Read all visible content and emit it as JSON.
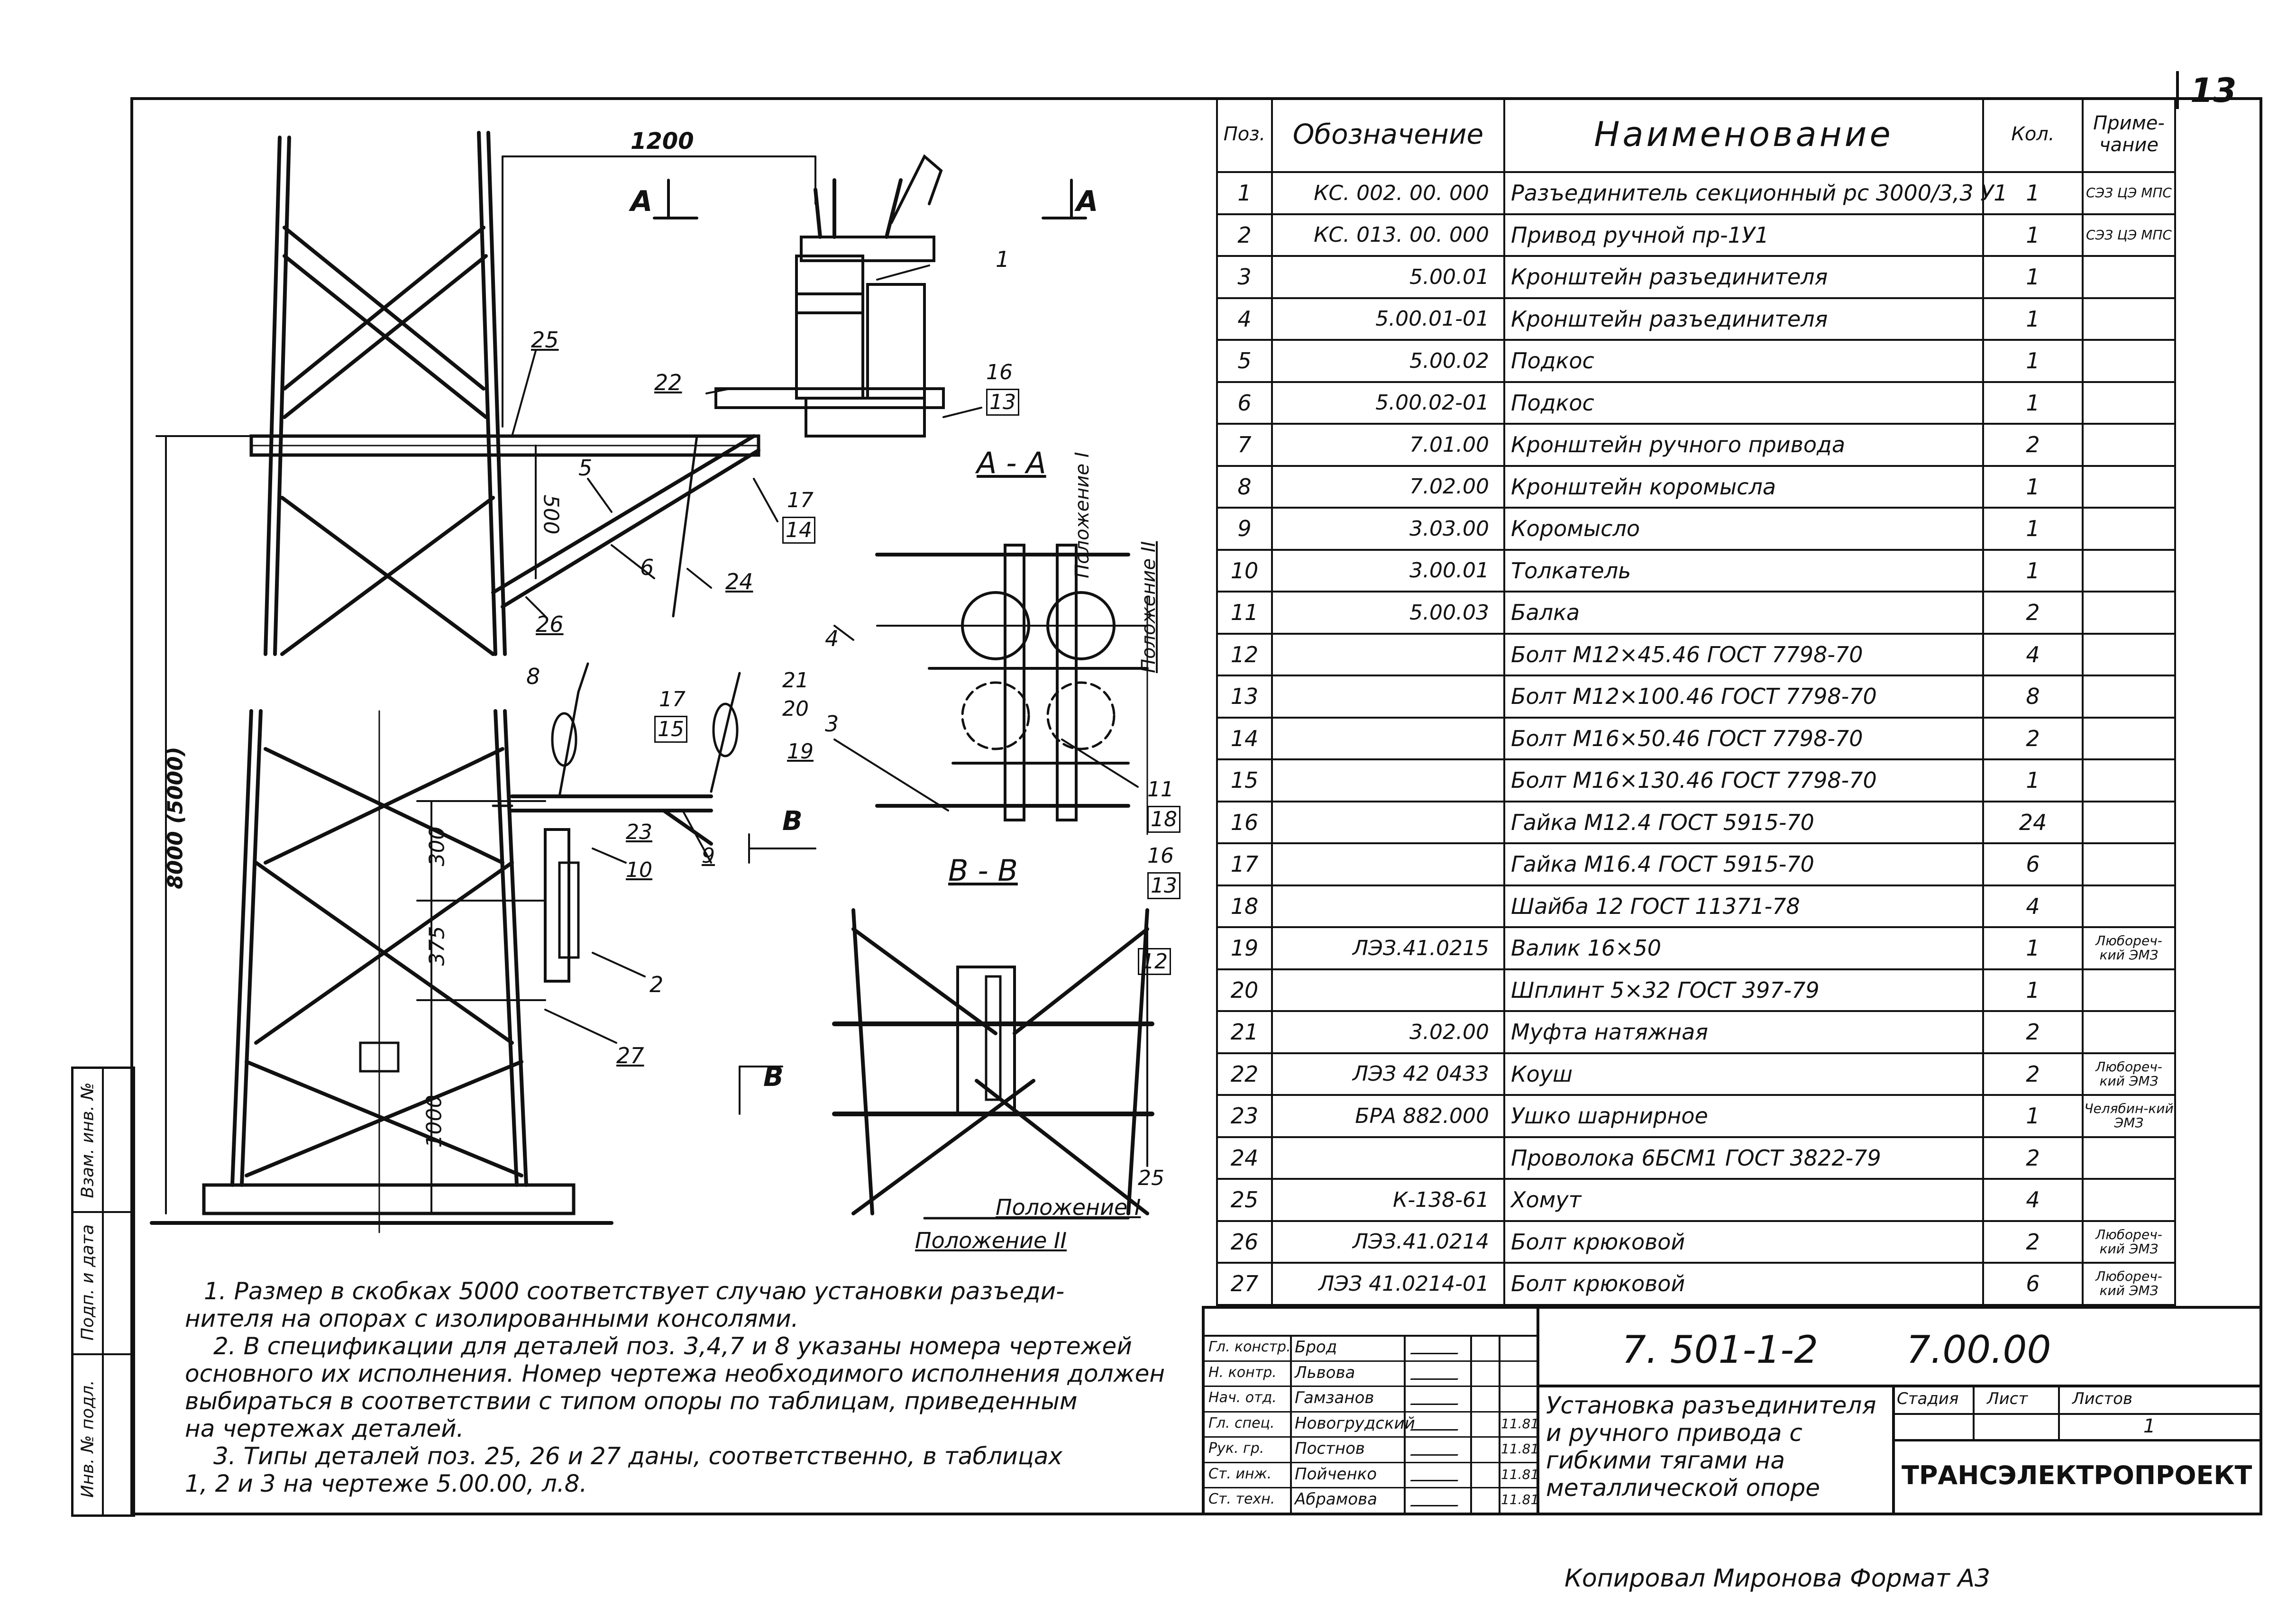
{
  "sheet_number": "13",
  "spec_table": {
    "headers": {
      "pos": "Поз.",
      "designation": "Обозначение",
      "name": "Наименование",
      "qty": "Кол.",
      "note": "Приме-\nчание"
    },
    "rows": [
      {
        "pos": "1",
        "designation": "КС. 002. 00. 000",
        "name": "Разъединитель секционный рс 3000/3,3 У1",
        "qty": "1",
        "note": "СЭЗ ЦЭ МПС"
      },
      {
        "pos": "2",
        "designation": "КС. 013. 00. 000",
        "name": "Привод ручной пр-1У1",
        "qty": "1",
        "note": "СЭЗ ЦЭ МПС"
      },
      {
        "pos": "3",
        "designation": "5.00.01",
        "name": "Кронштейн разъединителя",
        "qty": "1",
        "note": ""
      },
      {
        "pos": "4",
        "designation": "5.00.01-01",
        "name": "Кронштейн разъединителя",
        "qty": "1",
        "note": ""
      },
      {
        "pos": "5",
        "designation": "5.00.02",
        "name": "Подкос",
        "qty": "1",
        "note": ""
      },
      {
        "pos": "6",
        "designation": "5.00.02-01",
        "name": "Подкос",
        "qty": "1",
        "note": ""
      },
      {
        "pos": "7",
        "designation": "7.01.00",
        "name": "Кронштейн ручного привода",
        "qty": "2",
        "note": ""
      },
      {
        "pos": "8",
        "designation": "7.02.00",
        "name": "Кронштейн коромысла",
        "qty": "1",
        "note": ""
      },
      {
        "pos": "9",
        "designation": "3.03.00",
        "name": "Коромысло",
        "qty": "1",
        "note": ""
      },
      {
        "pos": "10",
        "designation": "3.00.01",
        "name": "Толкатель",
        "qty": "1",
        "note": ""
      },
      {
        "pos": "11",
        "designation": "5.00.03",
        "name": "Балка",
        "qty": "2",
        "note": ""
      },
      {
        "pos": "12",
        "designation": "",
        "name": "Болт М12×45.46 ГОСТ 7798-70",
        "qty": "4",
        "note": ""
      },
      {
        "pos": "13",
        "designation": "",
        "name": "Болт М12×100.46 ГОСТ 7798-70",
        "qty": "8",
        "note": ""
      },
      {
        "pos": "14",
        "designation": "",
        "name": "Болт М16×50.46 ГОСТ 7798-70",
        "qty": "2",
        "note": ""
      },
      {
        "pos": "15",
        "designation": "",
        "name": "Болт М16×130.46 ГОСТ 7798-70",
        "qty": "1",
        "note": ""
      },
      {
        "pos": "16",
        "designation": "",
        "name": "Гайка М12.4 ГОСТ 5915-70",
        "qty": "24",
        "note": ""
      },
      {
        "pos": "17",
        "designation": "",
        "name": "Гайка М16.4 ГОСТ 5915-70",
        "qty": "6",
        "note": ""
      },
      {
        "pos": "18",
        "designation": "",
        "name": "Шайба 12 ГОСТ 11371-78",
        "qty": "4",
        "note": ""
      },
      {
        "pos": "19",
        "designation": "ЛЭЗ.41.0215",
        "name": "Валик 16×50",
        "qty": "1",
        "note": "Любореч-кий ЭМЗ"
      },
      {
        "pos": "20",
        "designation": "",
        "name": "Шплинт 5×32 ГОСТ 397-79",
        "qty": "1",
        "note": ""
      },
      {
        "pos": "21",
        "designation": "3.02.00",
        "name": "Муфта натяжная",
        "qty": "2",
        "note": ""
      },
      {
        "pos": "22",
        "designation": "ЛЭЗ 42 0433",
        "name": "Коуш",
        "qty": "2",
        "note": "Любореч-кий ЭМЗ"
      },
      {
        "pos": "23",
        "designation": "БРА 882.000",
        "name": "Ушко шарнирное",
        "qty": "1",
        "note": "Челябин-кий ЭМЗ"
      },
      {
        "pos": "24",
        "designation": "",
        "name": "Проволока 6БСМ1 ГОСТ 3822-79",
        "qty": "2",
        "note": ""
      },
      {
        "pos": "25",
        "designation": "К-138-61",
        "name": "Хомут",
        "qty": "4",
        "note": ""
      },
      {
        "pos": "26",
        "designation": "ЛЭЗ.41.0214",
        "name": "Болт крюковой",
        "qty": "2",
        "note": "Любореч-кий ЭМЗ"
      },
      {
        "pos": "27",
        "designation": "ЛЭЗ 41.0214-01",
        "name": "Болт крюковой",
        "qty": "6",
        "note": "Любореч-кий ЭМЗ"
      }
    ]
  },
  "drawing_labels": {
    "dim_1200": "1200",
    "dim_500": "500",
    "dim_300": "300",
    "dim_375": "375",
    "dim_1000": "1000",
    "dim_height": "8000 (5000)",
    "section_aa": "А - А",
    "section_bb": "В - В",
    "cut_a": "А",
    "cut_b": "В",
    "position_1": "Положение I",
    "position_2": "Положение II",
    "callouts": [
      "1",
      "25",
      "22",
      "16",
      "13",
      "5",
      "17",
      "14",
      "6",
      "24",
      "26",
      "4",
      "8",
      "17",
      "15",
      "21",
      "20",
      "19",
      "23",
      "9",
      "10",
      "2",
      "27",
      "3",
      "11",
      "18",
      "16",
      "13",
      "12",
      "25"
    ]
  },
  "notes": [
    "1. Размер в скобках 5000 соответствует случаю установки разъеди-",
    "нителя на опорах с изолированными консолями.",
    "2. В спецификации для деталей поз. 3,4,7 и 8 указаны номера чертежей",
    "основного их исполнения. Номер чертежа необходимого исполнения должен",
    "выбираться в соответствии с типом опоры по таблицам, приведенным",
    "на чертежах деталей.",
    "3. Типы деталей поз. 25, 26 и 27 даны, соответственно, в таблицах",
    "1, 2 и 3 на чертеже 5.00.00, л.8."
  ],
  "title_block": {
    "doc_code": "7. 501-1-2",
    "drawing_no": "7.00.00",
    "title": "Установка разъединителя и ручного привода с гибкими тягами на металлической опоре",
    "stage_label": "Стадия",
    "sheet_label": "Лист",
    "sheets_label": "Листов",
    "sheets_value": "1",
    "organization": "ТРАНСЭЛЕКТРОПРОЕКТ",
    "signers": [
      {
        "role": "Гл. констр.",
        "name": "Брод",
        "date": ""
      },
      {
        "role": "Н. контр.",
        "name": "Львова",
        "date": ""
      },
      {
        "role": "Нач. отд.",
        "name": "Гамзанов",
        "date": ""
      },
      {
        "role": "Гл. спец.",
        "name": "Новогрудский",
        "date": "11.81"
      },
      {
        "role": "Рук. гр.",
        "name": "Постнов",
        "date": "11.81"
      },
      {
        "role": "Ст. инж.",
        "name": "Пойченко",
        "date": "11.81"
      },
      {
        "role": "Ст. техн.",
        "name": "Абрамова",
        "date": "11.81"
      }
    ]
  },
  "side_stamp": [
    "Инв. № подл.",
    "Подп. и дата",
    "Взам. инв. №"
  ],
  "bottom_note": "Копировал Миронова  Формат А3"
}
